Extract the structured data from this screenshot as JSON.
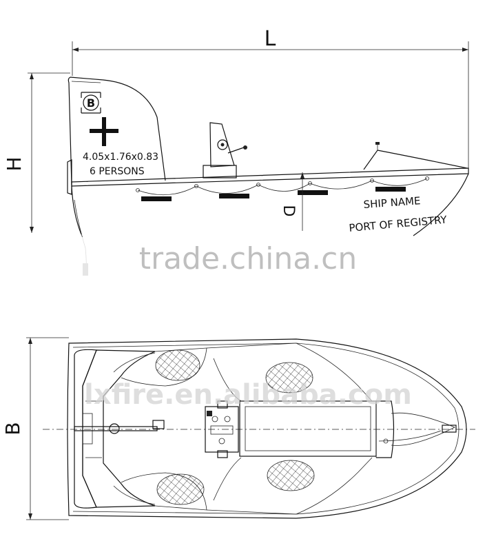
{
  "dimensions": {
    "length": "L",
    "height": "H",
    "breadth": "B",
    "depth": "D"
  },
  "side_view": {
    "logo": "B",
    "spec_line": "4.05x1.76x0.83",
    "persons_line": "6 PERSONS",
    "ship_name": "SHIP NAME",
    "port_of_registry": "PORT OF REGISTRY"
  },
  "watermarks": {
    "primary": "trade.china.cn",
    "secondary": "lxfire.en.alibaba.com"
  }
}
